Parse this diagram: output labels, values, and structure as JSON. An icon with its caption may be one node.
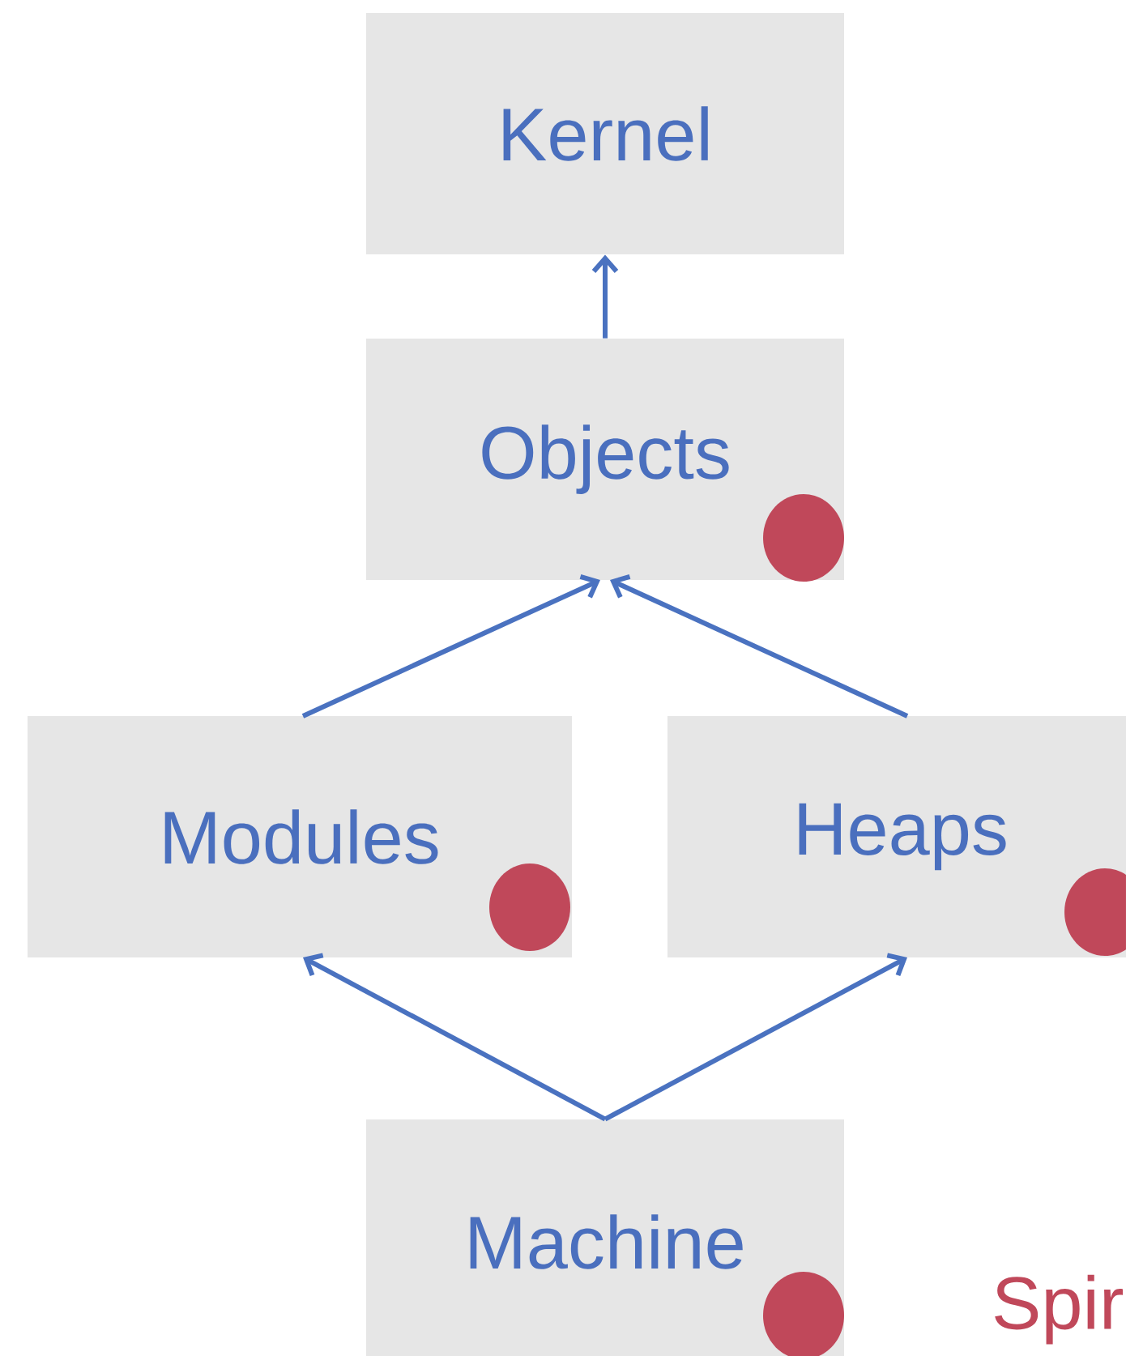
{
  "diagram": {
    "nodes": [
      {
        "text": [
          "Kernel"
        ]
      },
      {
        "text": [
          "Objects"
        ]
      },
      {
        "text": [
          "Modules"
        ]
      },
      {
        "text": [
          "Heaps"
        ]
      },
      {
        "text": [
          "Machine"
        ]
      }
    ],
    "edges": [
      {
        "from": 1,
        "to": 0,
        "arrow": "to"
      },
      {
        "from": 2,
        "to": 1,
        "arrow": "to"
      },
      {
        "from": 3,
        "to": 1,
        "arrow": "to"
      },
      {
        "from": 4,
        "to": 2,
        "arrow": "to"
      },
      {
        "from": 4,
        "to": 3,
        "arrow": "to"
      }
    ],
    "labels": [
      "Spir"
    ]
  }
}
